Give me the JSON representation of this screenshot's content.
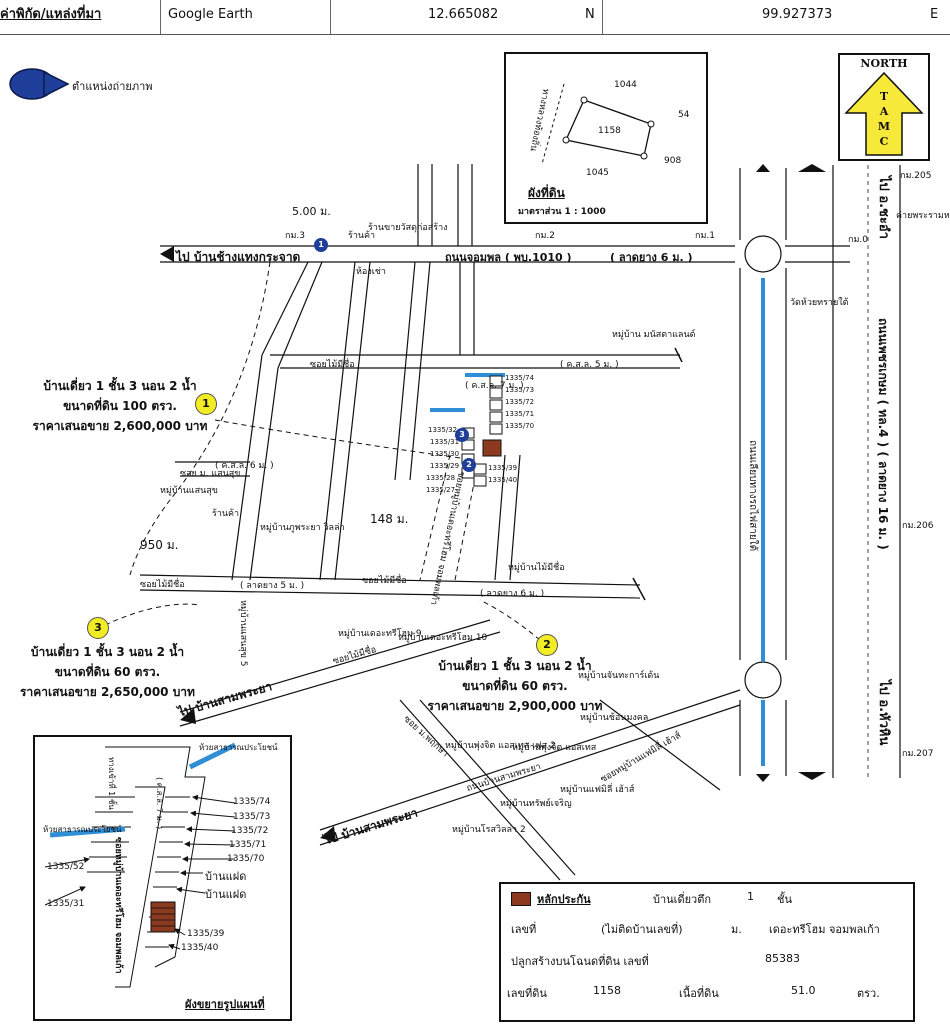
{
  "header": {
    "coord_label": "ค่าพิกัด/แหล่งที่มา",
    "source": "Google Earth",
    "lat": "12.665082",
    "lat_dir": "N",
    "lon": "99.927373",
    "lon_dir": "E"
  },
  "legend": {
    "photo_position": "ตำแหน่งถ่ายภาพ"
  },
  "north": {
    "label": "NORTH",
    "letters": [
      "T",
      "A",
      "M",
      "C"
    ]
  },
  "plot_inset": {
    "neighbors": [
      "1044",
      "54",
      "1158",
      "908",
      "1045"
    ],
    "road": "ทางหลวงท้องถิ่น",
    "title": "ผังที่ดิน",
    "scale": "มาตราส่วน 1 : 1000"
  },
  "roads": {
    "main_top": "ถนนจอมพล ( พบ.1010 )",
    "main_top_surface": "( ลาดยาง 6 ม. )",
    "to_bang_chang": "ไป บ้านช้างแทงกระจาด",
    "to_sam_phraya_1": "ไป บ้านสามพระยา",
    "to_sam_phraya_2": "ไป บ้านสามพระยา",
    "cha_am": "ไป อ.ชะอำ",
    "hua_hin": "ไป อ.หัวหิน",
    "petchkasem": "ถนนเพชรเกษม ( ทล.4 ) ( ลาดยาง 16 ม. )",
    "local_road": "ถนนเลียบทางรถไฟสายใต้",
    "soi_maisue": "ซอยไม้มีชื่อ",
    "soi_mosue_2": "ซอยไม้มีชื่อ",
    "soi_mosue_3": "ซอยไม้มีชื่อ",
    "soi_mosue_4": "ซอยไม้มีชื่อ",
    "soi_m_saensuk": "ซอย ม. แสนสุข",
    "soi_surface_5": "( ค.ส.ล. 5 ม. )",
    "soi_surface_7": "( ค.ส.ล. 7 ม. )",
    "soi_surface_6": "( ค.ส.ล. 6 ม. )",
    "soi_asphalt_5": "( ลาดยาง 5 ม. )",
    "soi_asphalt_6": "( ลาดยาง 6 ม. )",
    "soi_house": "ซอยหมู่บ้านเดอะทรีโฮม จอมพลเก้า",
    "soi_pruksa": "ซอย ม.พฤกษา",
    "road_sam_phraya": "ถนนบ้านสามพระยา",
    "soi_family": "ซอยหมู่บ้านแฟมิลี่ เฮ้าส์"
  },
  "markers": {
    "km3": "กม.3",
    "km2": "กม.2",
    "km1": "กม.1",
    "km0": "กม.0",
    "km205": "กม.205",
    "km206": "กม.206",
    "km207": "กม.207",
    "shop": "ร้านค้า",
    "shop2": "ร้านค้า",
    "shop_const": "ร้านขายวัสดุก่อสร้าง",
    "room": "ห้องเช่า",
    "dist_500": "5.00 ม.",
    "camp": "ค่ายพระรามหก",
    "temple": "วัดห้วยทรายใต้",
    "dist_148": "148 ม.",
    "dist_950": "950 ม."
  },
  "villages": {
    "v_mammart": "หมู่บ้าน มนัสตาแลนด์",
    "v_saensuk": "หมู่บ้านแสนสุข",
    "v_saensuk5": "หมู่บ้านแสนสุข 5",
    "v_phuphraya": "หมู่บ้านภูพระยา วิลล่า",
    "v_treehome9": "หมู่บ้านเดอะทรีโฮม 9",
    "v_treehome10": "หมู่บ้านเดอะทรีโฮม 10",
    "v_maisue": "หมู่บ้านไม้มีชื่อ",
    "v_chanthakarn": "หมู่บ้านจันทะการ์เด้น",
    "v_chomkhong": "หมู่บ้านช้อนมงคล",
    "v_pruksa2": "หมู่บ้านพุ่งจิต แอสเทส เฟส 2",
    "v_pruksa": "หมู่บ้านพุ่งจิต แอสเทส",
    "v_family": "หมู่บ้านแฟมิลี่ เฮ้าส์",
    "v_sapjaroen": "หมู่บ้านทรัพย์เจริญ",
    "v_rosewood": "หมู่บ้านโรสวิลล่า 2"
  },
  "listings": [
    {
      "num": "1",
      "l1": "บ้านเดี่ยว 1 ชั้น 3 นอน 2 น้ำ",
      "l2": "ขนาดที่ดิน 100 ตรว.",
      "l3": "ราคาเสนอขาย 2,600,000 บาท"
    },
    {
      "num": "2",
      "l1": "บ้านเดี่ยว 1 ชั้น 3 นอน 2 น้ำ",
      "l2": "ขนาดที่ดิน 60 ตรว.",
      "l3": "ราคาเสนอขาย 2,900,000 บาท"
    },
    {
      "num": "3",
      "l1": "บ้านเดี่ยว 1 ชั้น 3 นอน 2 น้ำ",
      "l2": "ขนาดที่ดิน 60 ตรว.",
      "l3": "ราคาเสนอขาย 2,650,000 บาท"
    }
  ],
  "parcels_main": [
    "1335/74",
    "1335/73",
    "1335/72",
    "1335/71",
    "1335/70",
    "1335/32",
    "1335/31",
    "1335/30",
    "1335/29",
    "1335/28",
    "1335/27",
    "1335/39",
    "1335/40"
  ],
  "detail_inset": {
    "parcels": [
      "1335/74",
      "1335/73",
      "1335/72",
      "1335/71",
      "1335/70",
      "1335/52",
      "1335/31",
      "1335/39",
      "1335/40"
    ],
    "empty_house": "บ้านแฝด",
    "empty_house2": "บ้านแฝด",
    "public": "ห้วยสาธารณประโยชน์",
    "public2": "ห้วยสาธารณประโยชน์",
    "road_label": "ทางเข้าที่ 1 ชั้น",
    "soi_surface": "( ค.ส.ล. 7 ม. )",
    "soi": "ซอยหมู่บ้านเดอะทรีโฮม จอมพลเก้า",
    "title": "ผังขยายรูปแผนที่"
  },
  "collateral": {
    "title": "หลักประกัน",
    "type_label": "บ้านเดี่ยวตึก",
    "storeys": "1",
    "storey_unit": "ชั้น",
    "no_label": "เลขที่",
    "no_value": "(ไม่ติดบ้านเลขที่)",
    "village_label": "ม.",
    "village_value": "เดอะทรีโฮม จอมพลเก้า",
    "built_on": "ปลูกสร้างบนโฉนดที่ดิน เลขที่",
    "deed_no": "85383",
    "land_no_label": "เลขที่ดิน",
    "land_no": "1158",
    "area_label": "เนื้อที่ดิน",
    "area": "51.0",
    "area_unit": "ตรว."
  },
  "colors": {
    "road_blue": "#2f8ed6",
    "marker_yellow": "#f2ec25",
    "marker_blue": "#1f3f9a",
    "collateral_brown": "#8b3a1f"
  }
}
